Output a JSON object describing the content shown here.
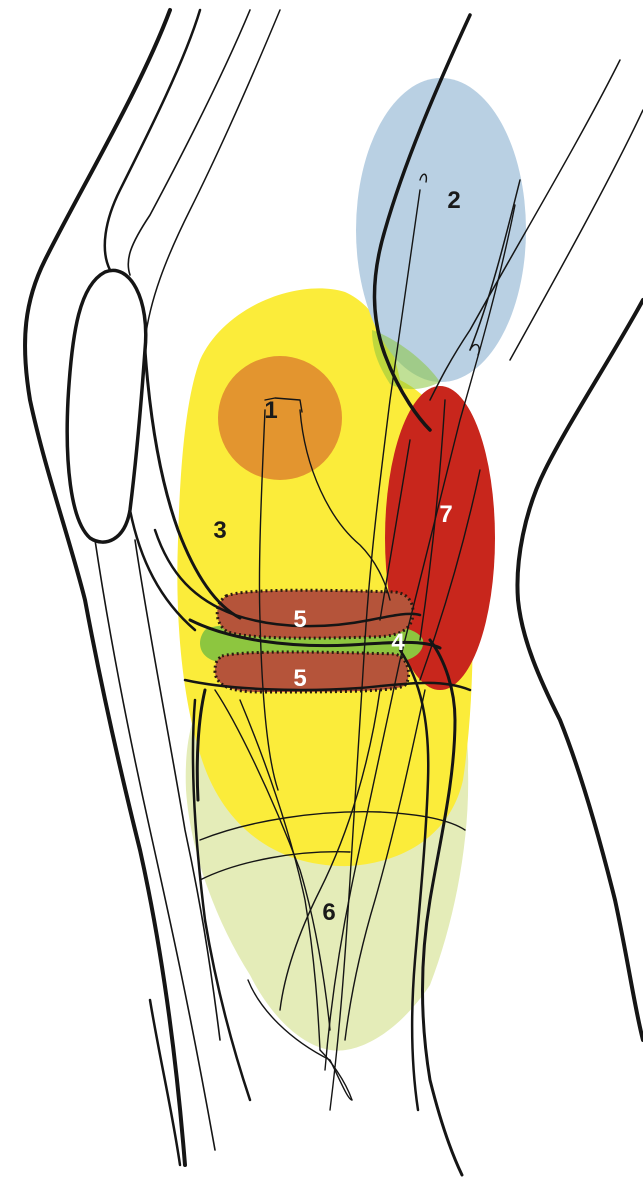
{
  "diagram": {
    "zones": [
      {
        "id": "1",
        "label": "1",
        "color": "#e3952f"
      },
      {
        "id": "2",
        "label": "2",
        "color": "#b9d0e3"
      },
      {
        "id": "3",
        "label": "3",
        "color": "#fbec3a"
      },
      {
        "id": "4",
        "label": "4",
        "color": "#8dc63f"
      },
      {
        "id": "5a",
        "label": "5",
        "color": "#b5543a"
      },
      {
        "id": "5b",
        "label": "5",
        "color": "#b5543a"
      },
      {
        "id": "6",
        "label": "6",
        "color": "#e4ecb8"
      },
      {
        "id": "7",
        "label": "7",
        "color": "#c8261c"
      }
    ],
    "outline_color": "#151515",
    "background": "#ffffff"
  }
}
